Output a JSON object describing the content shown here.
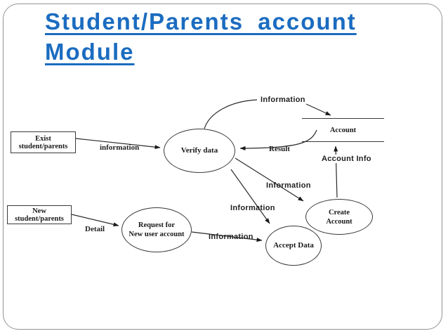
{
  "slide": {
    "title_line1": "Student/Parents  account",
    "title_line2": "Module",
    "accent_color": "#1b6cc0"
  },
  "diagram": {
    "nodes": {
      "exist_entity": {
        "label": "Exist student/parents"
      },
      "new_entity": {
        "label": "New student/parents"
      },
      "verify_process": {
        "label": "Verify data"
      },
      "request_process": {
        "line1": "Request for",
        "line2": "New user account"
      },
      "accept_process": {
        "label": "Accept Data"
      },
      "create_process": {
        "line1": "Create",
        "line2": "Account"
      },
      "account_store": {
        "label": "Account"
      }
    },
    "flows": {
      "exist_to_verify": "information",
      "verify_to_account": "Information",
      "account_to_verify": "Result",
      "create_to_account": "Account Info",
      "verify_to_create": "Information",
      "verify_to_accept": "Information",
      "request_to_accept": "Information",
      "new_to_request": "Detail"
    },
    "line_color": "#2a2a2a"
  }
}
